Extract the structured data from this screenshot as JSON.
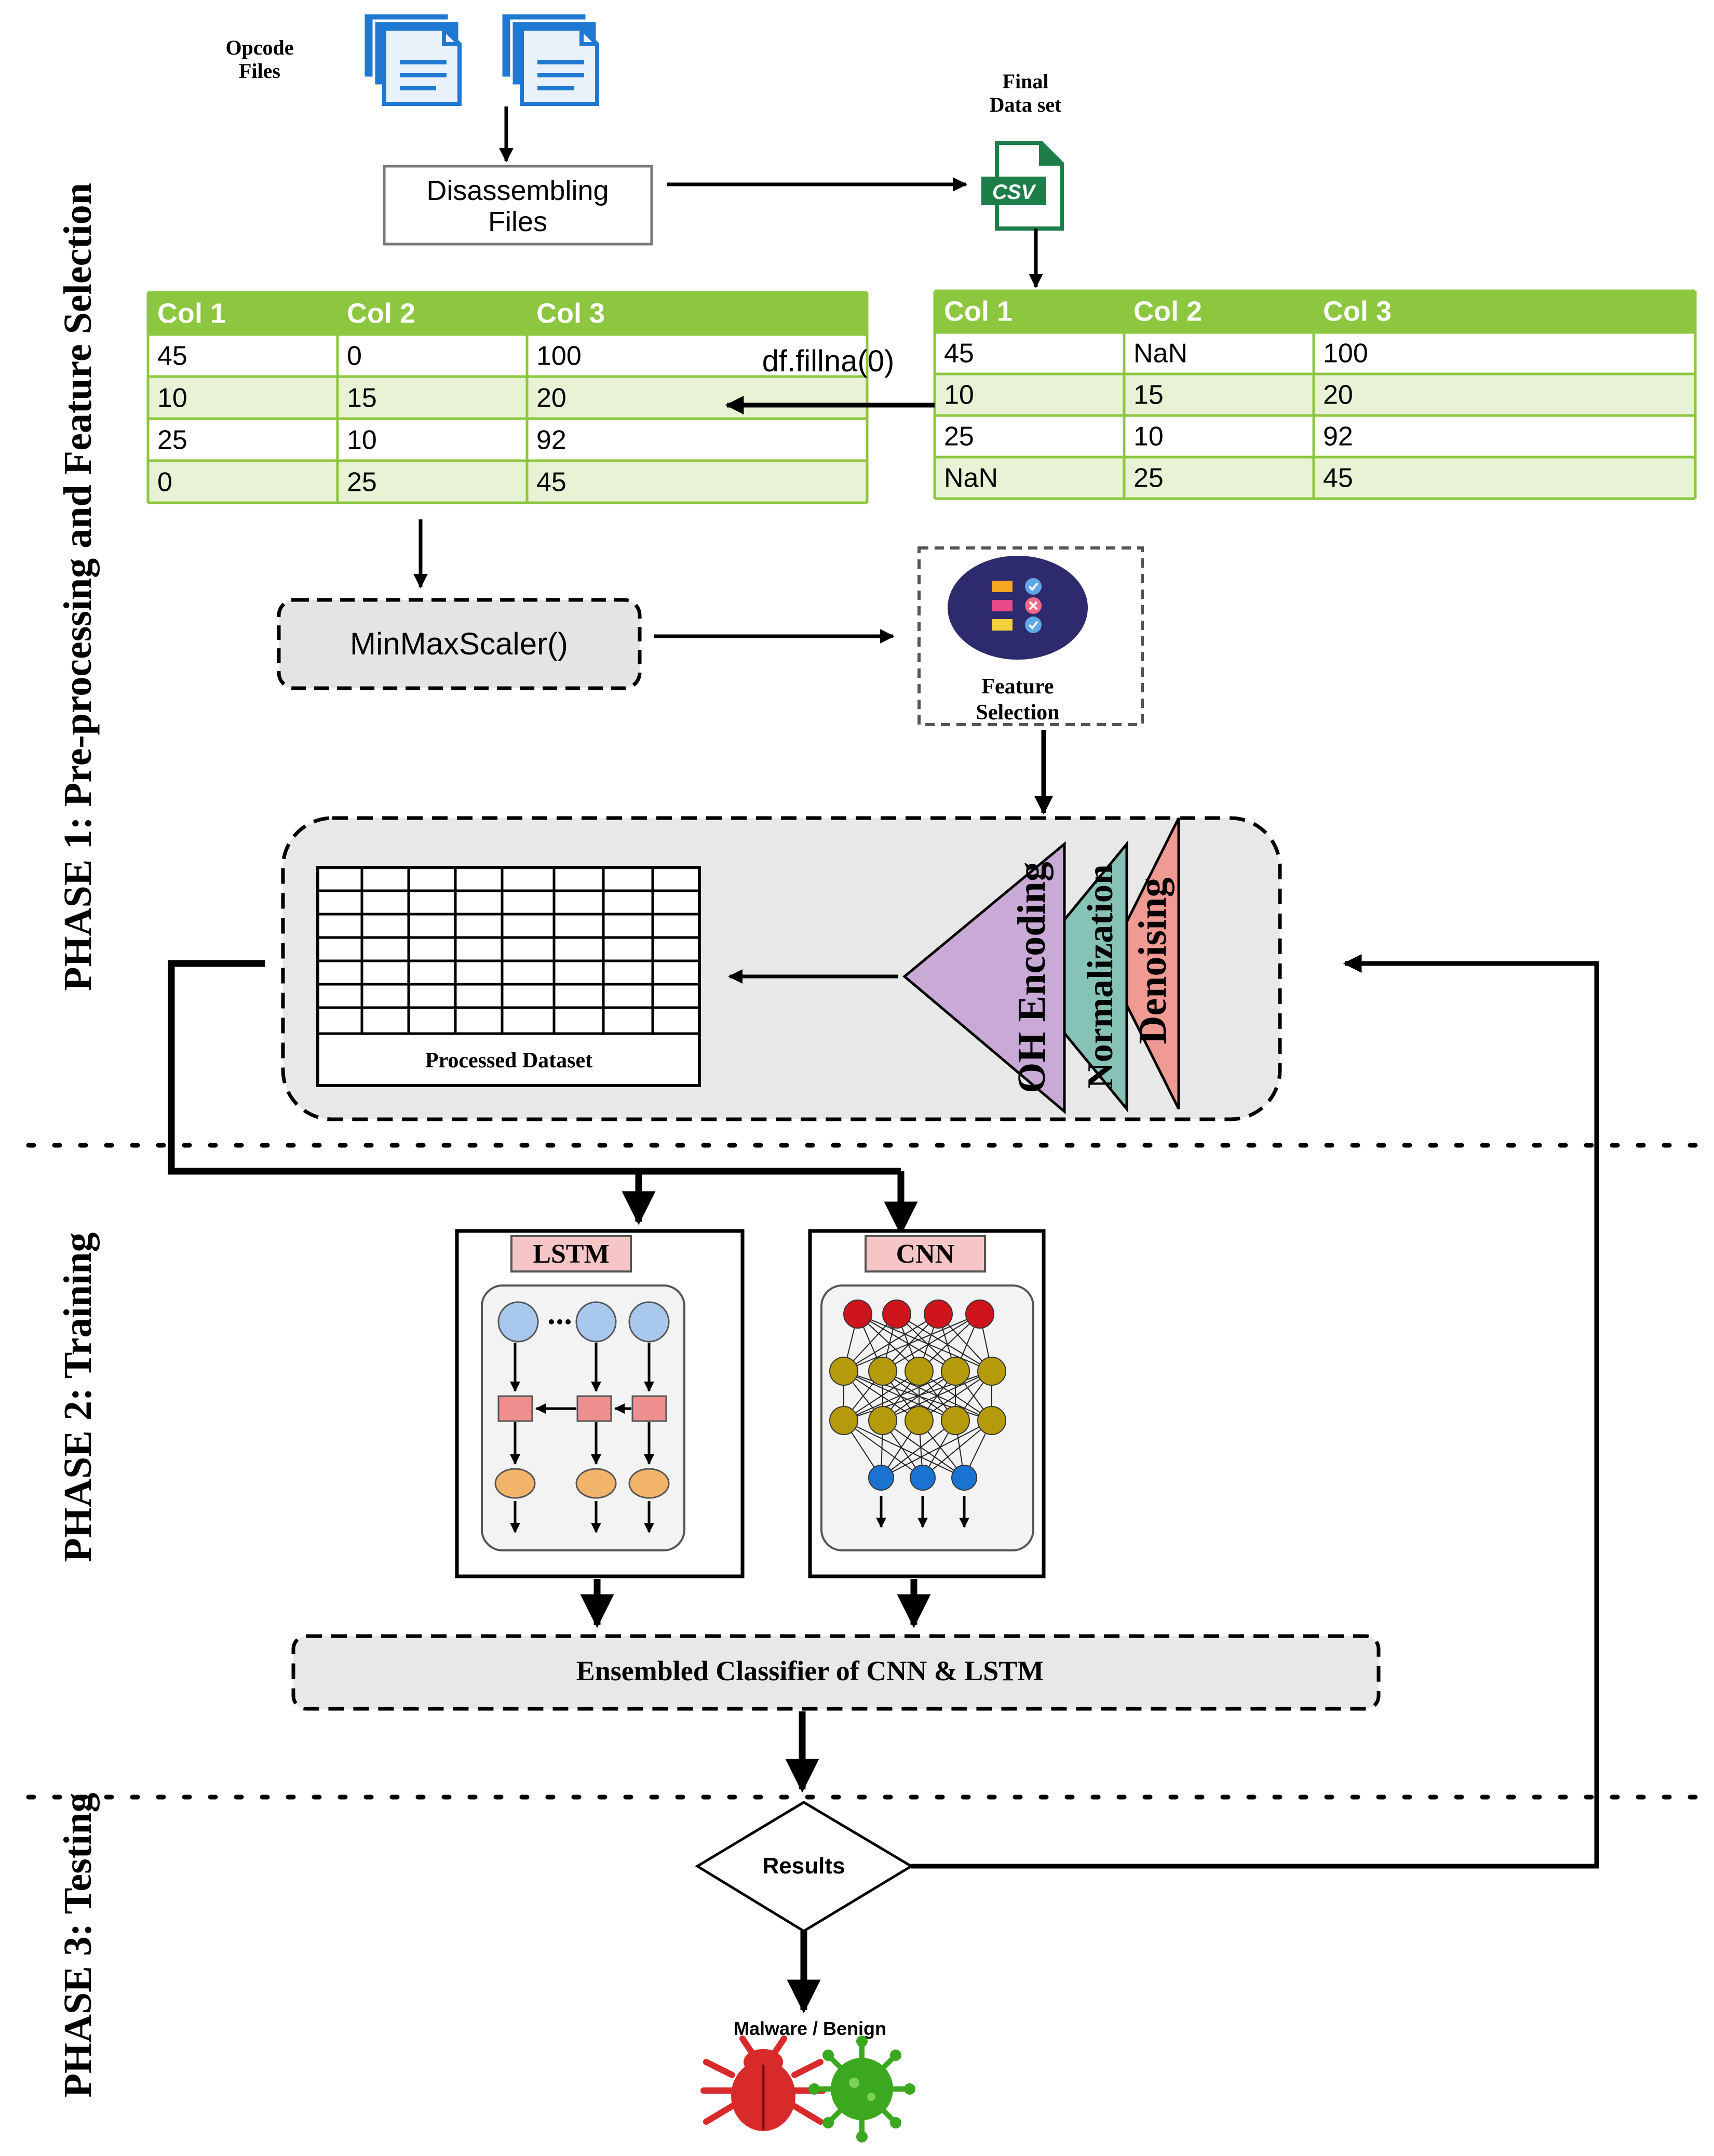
{
  "phases": {
    "phase1": "PHASE 1: Pre-processing and Feature Selection",
    "phase2": "PHASE 2: Training",
    "phase3": "PHASE 3: Testing"
  },
  "inputs": {
    "opcode_files_line1": "Opcode",
    "opcode_files_line2": "Files",
    "final_dataset_line1": "Final",
    "final_dataset_line2": "Data set",
    "csv_badge": "CSV"
  },
  "disassembling": {
    "line1": "Disassembling",
    "line2": "Files"
  },
  "fillna_label": "df.fillna(0)",
  "table_raw": {
    "headers": [
      "Col 1",
      "Col 2",
      "Col 3"
    ],
    "rows": [
      [
        "45",
        "NaN",
        "100"
      ],
      [
        "10",
        "15",
        "20"
      ],
      [
        "25",
        "10",
        "92"
      ],
      [
        "NaN",
        "25",
        "45"
      ]
    ]
  },
  "table_filled": {
    "headers": [
      "Col 1",
      "Col 2",
      "Col 3"
    ],
    "rows": [
      [
        "45",
        "0",
        "100"
      ],
      [
        "10",
        "15",
        "20"
      ],
      [
        "25",
        "10",
        "92"
      ],
      [
        "0",
        "25",
        "45"
      ]
    ]
  },
  "minmax_label": "MinMaxScaler()",
  "feature_selection": {
    "line1": "Feature",
    "line2": "Selection"
  },
  "processing_steps": [
    "OH Encoding",
    "Normalization",
    "Denoising"
  ],
  "processed_dataset_label": "Processed Dataset",
  "models": {
    "lstm": "LSTM",
    "cnn": "CNN"
  },
  "ensemble_label": "Ensembled Classifier of CNN & LSTM",
  "results_label": "Results",
  "output_label": "Malware / Benign",
  "colors": {
    "table_header": "#8dc63f",
    "table_alt_row": "#e8f3d6",
    "oh_encoding": "#c9a9d6",
    "normalization": "#86c2b5",
    "denoising": "#ef9a93",
    "model_tag": "#f6c6c6",
    "cnn_red": "#d0141c",
    "cnn_olive": "#b59a0c",
    "cnn_blue": "#1b73d1",
    "malware": "#d8292b",
    "benign": "#3ca81f"
  }
}
